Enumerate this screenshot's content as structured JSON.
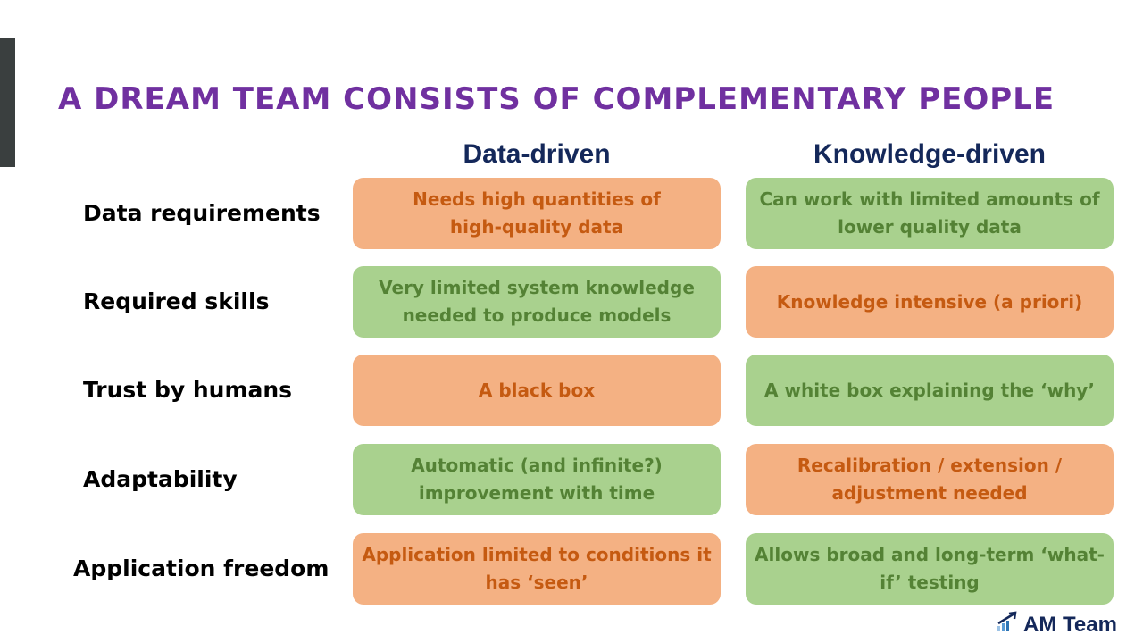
{
  "title": "A DREAM TEAM CONSISTS OF COMPLEMENTARY PEOPLE",
  "columns": [
    "Data-driven",
    "Knowledge-driven"
  ],
  "rows": [
    {
      "label": "Data requirements",
      "cells": [
        {
          "text": "Needs high quantities of\nhigh-quality data",
          "color": "orange"
        },
        {
          "text": "Can work with limited amounts of\nlower quality data",
          "color": "green"
        }
      ]
    },
    {
      "label": "Required skills",
      "cells": [
        {
          "text": "Very limited system knowledge\nneeded to produce models",
          "color": "green"
        },
        {
          "text": "Knowledge intensive (a priori)",
          "color": "orange"
        }
      ]
    },
    {
      "label": "Trust by humans",
      "cells": [
        {
          "text": "A black box",
          "color": "orange"
        },
        {
          "text": "A white box explaining the ‘why’",
          "color": "green"
        }
      ]
    },
    {
      "label": "Adaptability",
      "cells": [
        {
          "text": "Automatic (and infinite?)\nimprovement with time",
          "color": "green"
        },
        {
          "text": "Recalibration / extension /\nadjustment needed",
          "color": "orange"
        }
      ]
    },
    {
      "label": "Application freedom",
      "cells": [
        {
          "text": "Application limited to conditions it\nhas ‘seen’",
          "color": "orange"
        },
        {
          "text": "Allows broad and long-term ‘what-\nif’ testing",
          "color": "green"
        }
      ]
    }
  ],
  "logo": {
    "text": "AM Team",
    "icon": "trend-chart-icon"
  },
  "colors": {
    "title": "#7030a0",
    "header": "#14285a",
    "orange_bg": "#f4b183",
    "orange_text": "#c55a11",
    "green_bg": "#a9d18e",
    "green_text": "#548235"
  }
}
